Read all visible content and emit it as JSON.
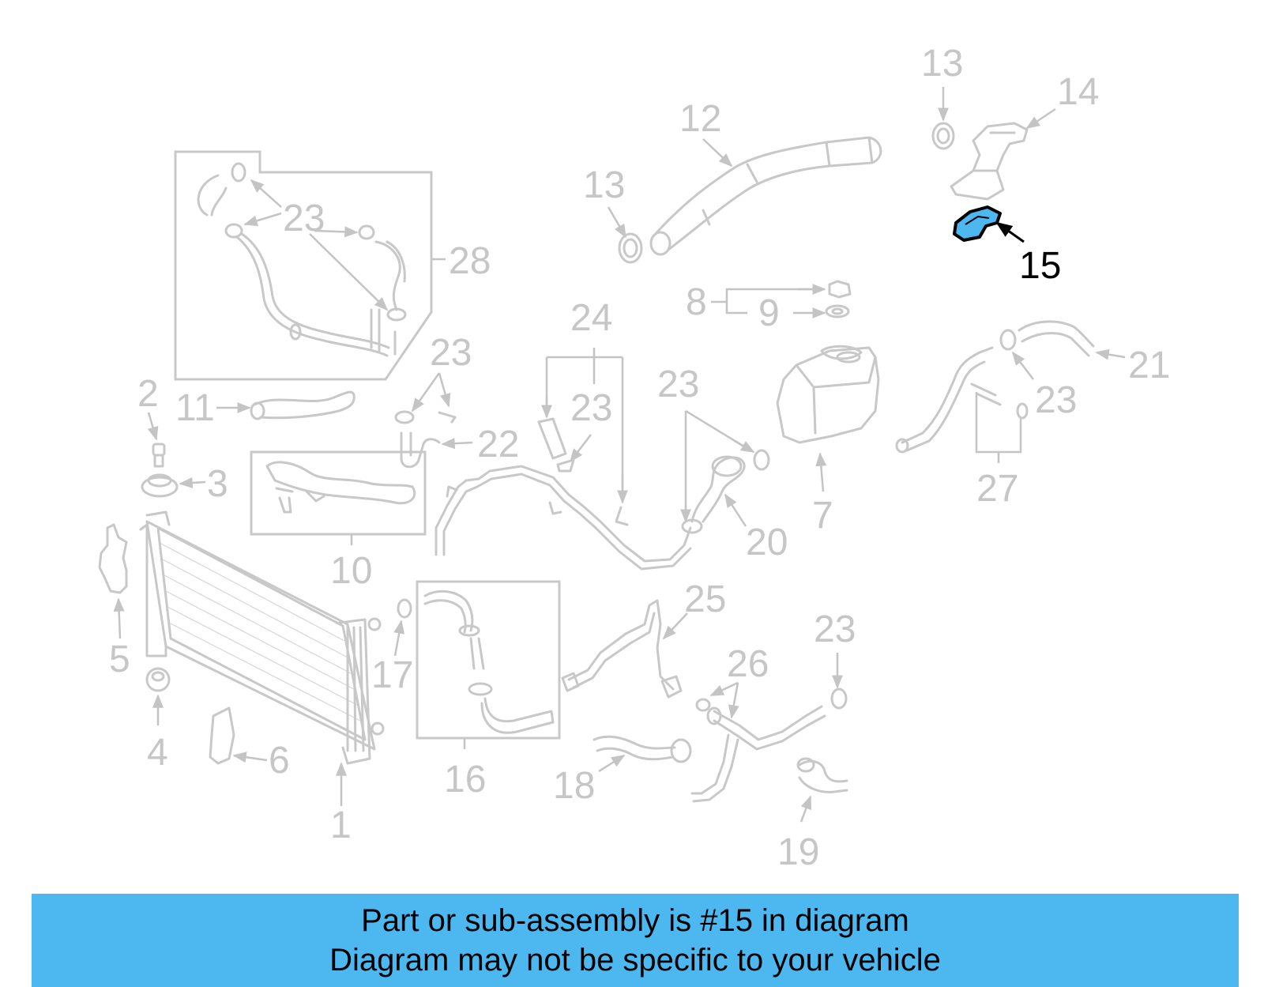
{
  "diagram": {
    "highlighted_callout": "15",
    "colors": {
      "line_art": "#c8c8c8",
      "highlight_fill": "#4db8f0",
      "highlight_stroke": "#000000",
      "banner_bg": "#4db8f0"
    },
    "callouts": {
      "c1": "1",
      "c2": "2",
      "c3": "3",
      "c4": "4",
      "c5": "5",
      "c6": "6",
      "c7": "7",
      "c8": "8",
      "c9": "9",
      "c10": "10",
      "c11": "11",
      "c12": "12",
      "c13a": "13",
      "c13b": "13",
      "c14": "14",
      "c15": "15",
      "c16": "16",
      "c17": "17",
      "c18": "18",
      "c19": "19",
      "c20": "20",
      "c21": "21",
      "c22": "22",
      "c23a": "23",
      "c23b": "23",
      "c23c": "23",
      "c23d": "23",
      "c23e": "23",
      "c23f": "23",
      "c24": "24",
      "c25": "25",
      "c26": "26",
      "c27": "27",
      "c28": "28"
    }
  },
  "banner": {
    "line1": "Part or sub-assembly is #15 in diagram",
    "line2": "Diagram may not be specific to your vehicle"
  }
}
